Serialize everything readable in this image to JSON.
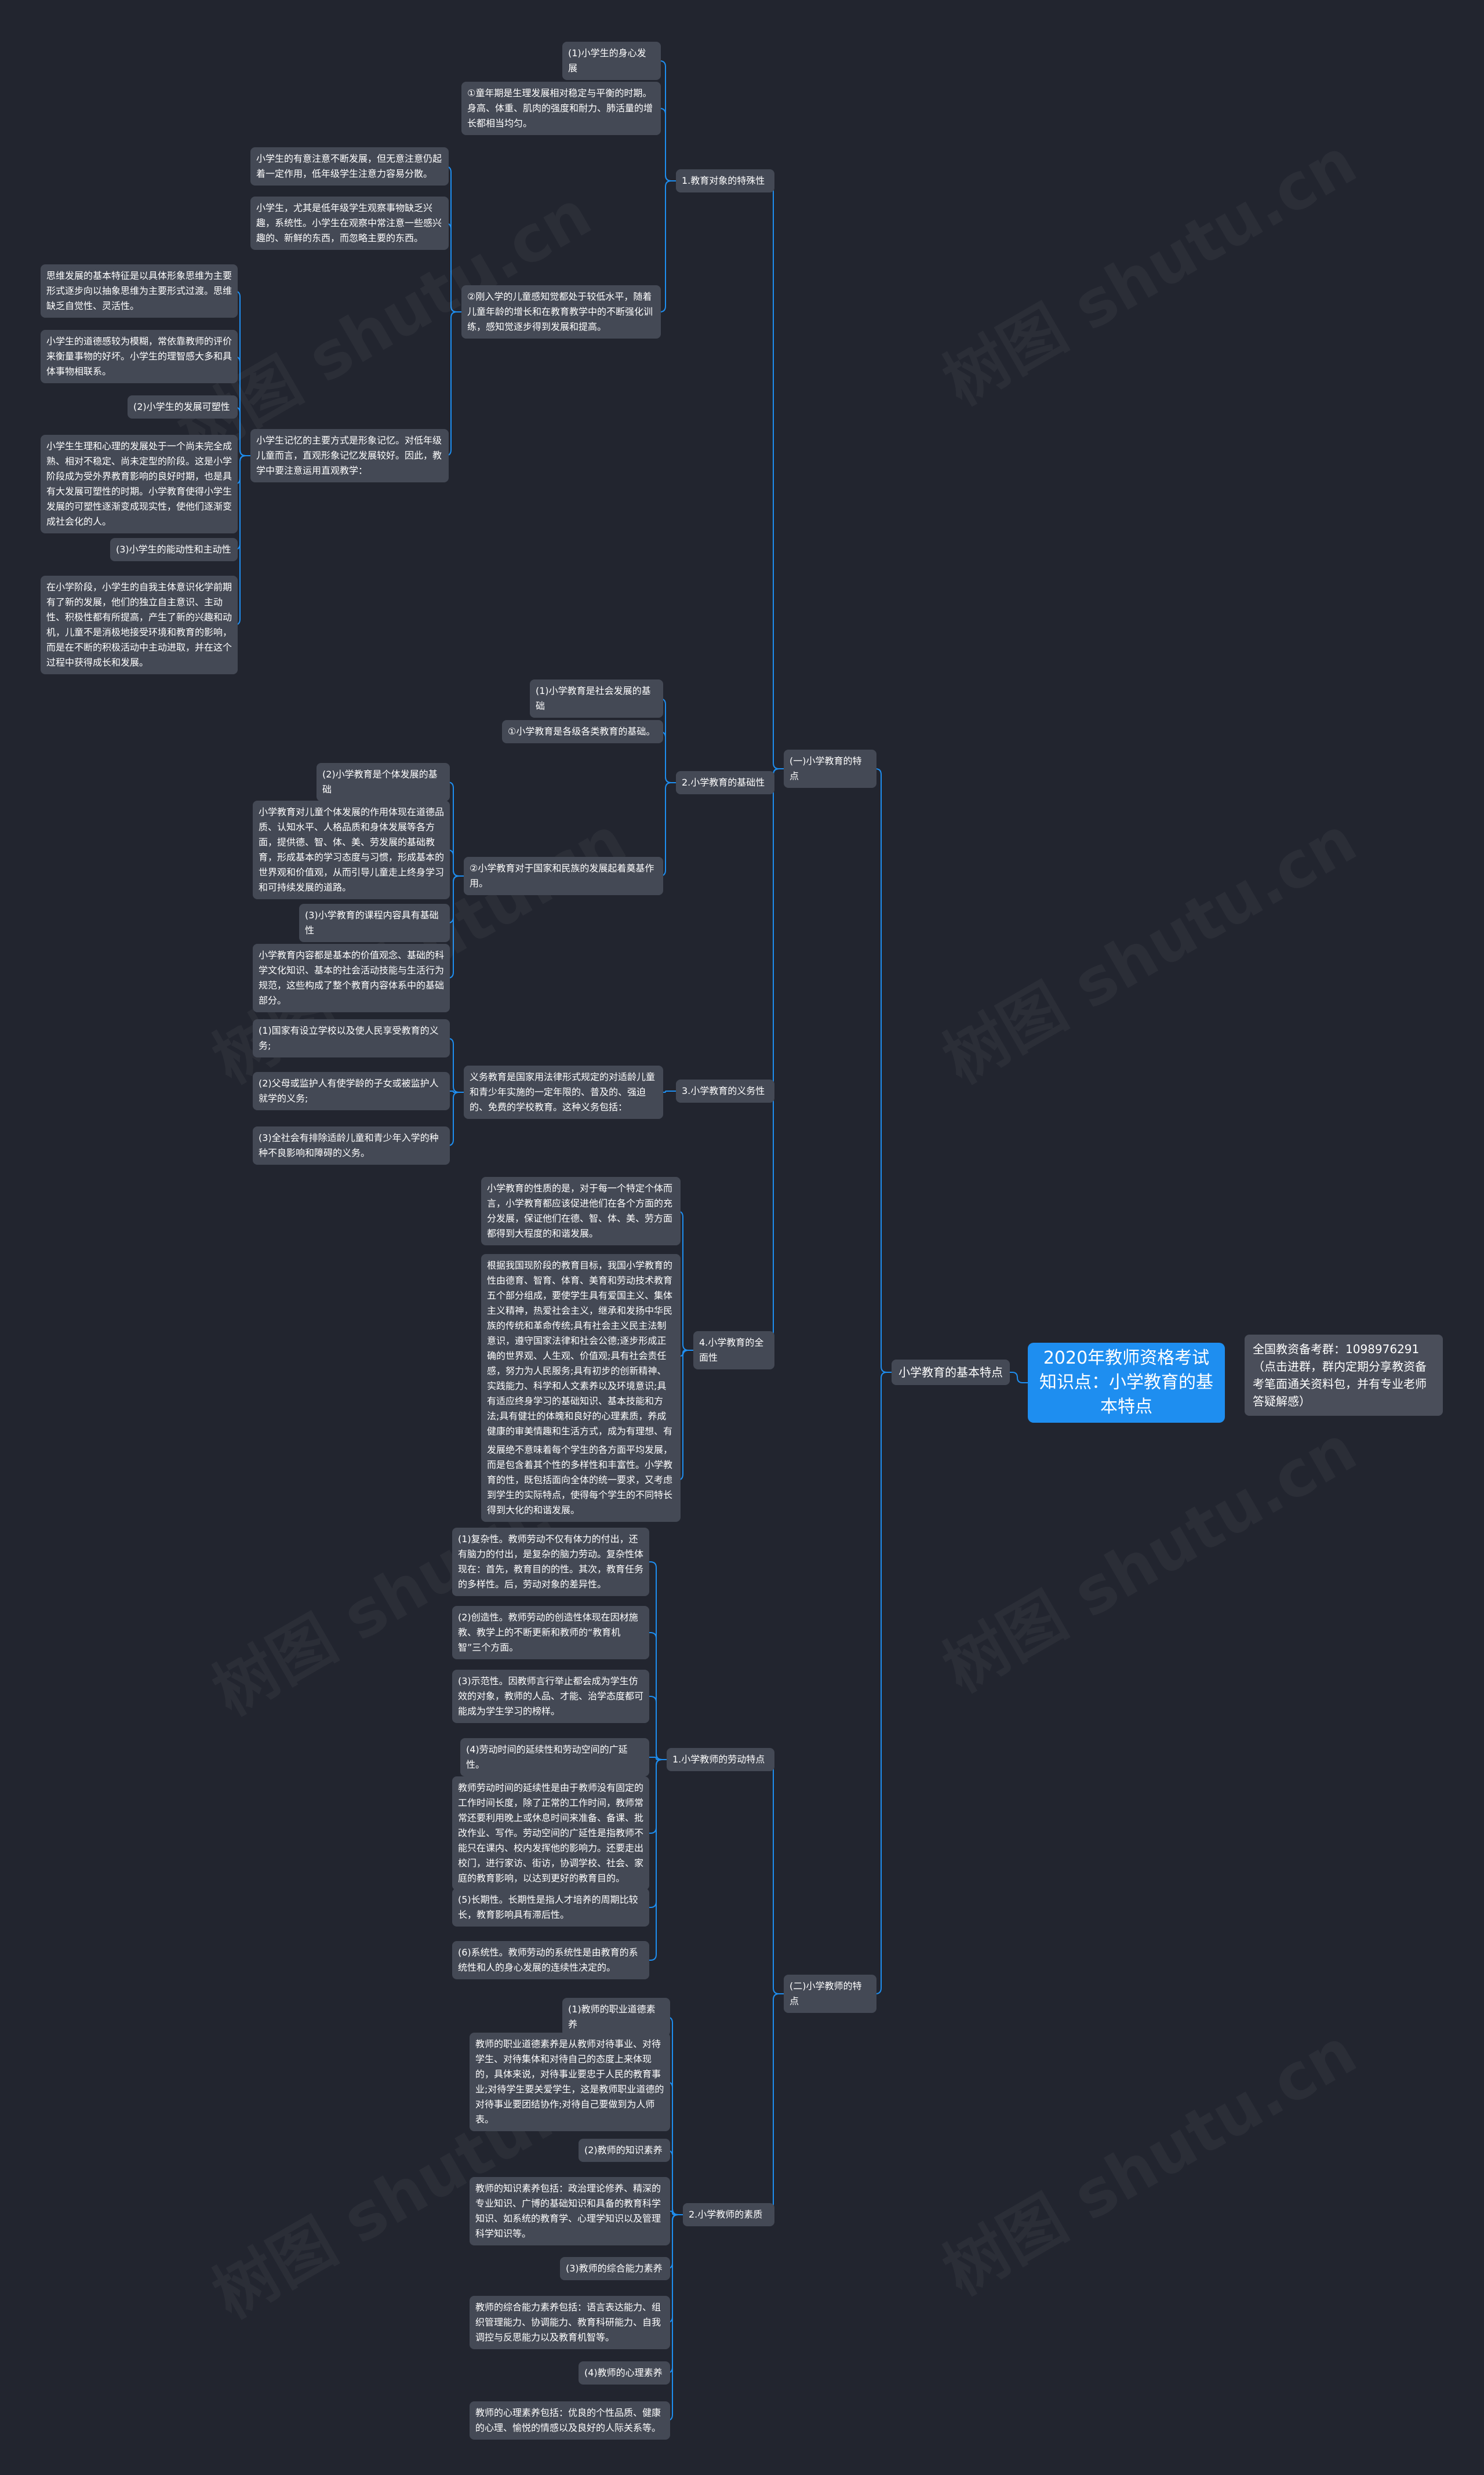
{
  "root": "2020年教师资格考试知识点：小学教育的基本特点",
  "note": "全国教资备考群：1098976291（点击进群，群内定期分享教资备考笔面通关资料包，并有专业老师答疑解感）",
  "level1": "小学教育的基本特点",
  "watermark": "树图 shutu.cn",
  "line_color": "#1e8ef0",
  "node_color": "#444955",
  "nodes": {
    "s1": "(一)小学教育的特点",
    "s2": "(二)小学教师的特点",
    "a": "1.教育对象的特殊性",
    "a1": "(1)小学生的身心发展",
    "a1a": "①童年期是生理发展相对稳定与平衡的时期。身高、体重、肌肉的强度和耐力、肺活量的增长都相当均匀。",
    "a1b": "②刚入学的儿童感知觉都处于较低水平，随着儿童年龄的增长和在教育教学中的不断强化训练，感知觉逐步得到发展和提高。",
    "a1b1": "小学生的有意注意不断发展，但无意注意仍起着一定作用，低年级学生注意力容易分散。",
    "a1b2": "小学生，尤其是低年级学生观察事物缺乏兴趣，系统性。小学生在观察中常注意一些感兴趣的、新鲜的东西，而忽略主要的东西。",
    "a1b3": "小学生记忆的主要方式是形象记忆。对低年级儿童而言，直观形象记忆发展较好。因此，教学中要注意运用直观教学：",
    "a1b3a": "思维发展的基本特征是以具体形象思维为主要形式逐步向以抽象思维为主要形式过渡。思维缺乏自觉性、灵活性。",
    "a1b3b": "小学生的道德感较为模糊，常依靠教师的评价来衡量事物的好坏。小学生的理智感大多和具体事物相联系。",
    "a1b3c": "(2)小学生的发展可塑性",
    "a1b3d": "小学生生理和心理的发展处于一个尚未完全成熟、相对不稳定、尚未定型的阶段。这是小学阶段成为受外界教育影响的良好时期，也是具有大发展可塑性的时期。小学教育使得小学生发展的可塑性逐渐变成现实性，使他们逐渐变成社会化的人。",
    "a1b3e": "(3)小学生的能动性和主动性",
    "a1b3f": "在小学阶段，小学生的自我主体意识化学前期有了新的发展，他们的独立自主意识、主动性、积极性都有所提高，产生了新的兴趣和动机，儿童不是消极地接受环境和教育的影响，而是在不断的积极活动中主动进取，并在这个过程中获得成长和发展。",
    "b": "2.小学教育的基础性",
    "b1": "(1)小学教育是社会发展的基础",
    "b2": "①小学教育是各级各类教育的基础。",
    "b3": "②小学教育对于国家和民族的发展起着奠基作用。",
    "b3a": "(2)小学教育是个体发展的基础",
    "b3b": "小学教育对儿童个体发展的作用体现在道德品质、认知水平、人格品质和身体发展等各方面，提供德、智、体、美、劳发展的基础教育，形成基本的学习态度与习惯，形成基本的世界观和价值观，从而引导儿童走上终身学习和可持续发展的道路。",
    "b3c": "(3)小学教育的课程内容具有基础性",
    "b3d": "小学教育内容都是基本的价值观念、基础的科学文化知识、基本的社会活动技能与生活行为规范，这些构成了整个教育内容体系中的基础部分。",
    "c": "3.小学教育的义务性",
    "c1": "义务教育是国家用法律形式规定的对适龄儿童和青少年实施的一定年限的、普及的、强迫的、免费的学校教育。这种义务包括：",
    "c1a": "(1)国家有设立学校以及使人民享受教育的义务;",
    "c1b": "(2)父母或监护人有使学龄的子女或被监护人就学的义务;",
    "c1c": "(3)全社会有排除适龄儿童和青少年入学的种种不良影响和障碍的义务。",
    "d": "4.小学教育的全面性",
    "d1": "小学教育的性质的是，对于每一个特定个体而言，小学教育都应该促进他们在各个方面的充分发展，保证他们在德、智、体、美、劳方面都得到大程度的和谐发展。",
    "d2": "根据我国现阶段的教育目标，我国小学教育的性由德育、智育、体育、美育和劳动技术教育五个部分组成，要使学生具有爱国主义、集体主义精神，热爱社会主义，继承和发扬中华民族的传统和革命传统;具有社会主义民主法制意识，遵守国家法律和社会公德;逐步形成正确的世界观、人生观、价值观;具有社会责任感，努力为人民服务;具有初步的创新精神、实践能力、科学和人文素养以及环境意识;具有适应终身学习的基础知识、基本技能和方法;具有健壮的体魄和良好的心理素质，养成健康的审美情趣和生活方式，成为有理想、有道德、有文化、有纪律的一代新人。",
    "d3": "发展绝不意味着每个学生的各方面平均发展，而是包含着其个性的多样性和丰富性。小学教育的性，既包括面向全体的统一要求，又考虑到学生的实际特点，使得每个学生的不同特长得到大化的和谐发展。",
    "e": "1.小学教师的劳动特点",
    "e1": "(1)复杂性。教师劳动不仅有体力的付出，还有脑力的付出，是复杂的脑力劳动。复杂性体现在：首先，教育目的的性。其次，教育任务的多样性。后，劳动对象的差异性。",
    "e2": "(2)创造性。教师劳动的创造性体现在因材施教、教学上的不断更新和教师的“教育机智”三个方面。",
    "e3": "(3)示范性。因教师言行举止都会成为学生仿效的对象，教师的人品、才能、治学态度都可能成为学生学习的榜样。",
    "e4": "(4)劳动时间的延续性和劳动空间的广延性。",
    "e4a": "教师劳动时间的延续性是由于教师没有固定的工作时间长度，除了正常的工作时间，教师常常还要利用晚上或休息时间来准备、备课、批改作业、写作。劳动空间的广延性是指教师不能只在课内、校内发挥他的影响力。还要走出校门，进行家访、街访，协调学校、社会、家庭的教育影响，以达到更好的教育目的。",
    "e5": "(5)长期性。长期性是指人才培养的周期比较长，教育影响具有滞后性。",
    "e6": "(6)系统性。教师劳动的系统性是由教育的系统性和人的身心发展的连续性决定的。",
    "f": "2.小学教师的素质",
    "f1": "(1)教师的职业道德素养",
    "f1a": "教师的职业道德素养是从教师对待事业、对待学生、对待集体和对待自己的态度上来体现的，具体来说，对待事业要忠于人民的教育事业;对待学生要关爱学生，这是教师职业道德的对待事业要团结协作;对待自己要做到为人师表。",
    "f2": "(2)教师的知识素养",
    "f2a": "教师的知识素养包括：政治理论修养、精深的专业知识、广博的基础知识和具备的教育科学知识、如系统的教育学、心理学知识以及管理科学知识等。",
    "f3": "(3)教师的综合能力素养",
    "f3a": "教师的综合能力素养包括：语言表达能力、组织管理能力、协调能力、教育科研能力、自我调控与反思能力以及教育机智等。",
    "f4": "(4)教师的心理素养",
    "f4a": "教师的心理素养包括：优良的个性品质、健康的心理、愉悦的情感以及良好的人际关系等。"
  }
}
